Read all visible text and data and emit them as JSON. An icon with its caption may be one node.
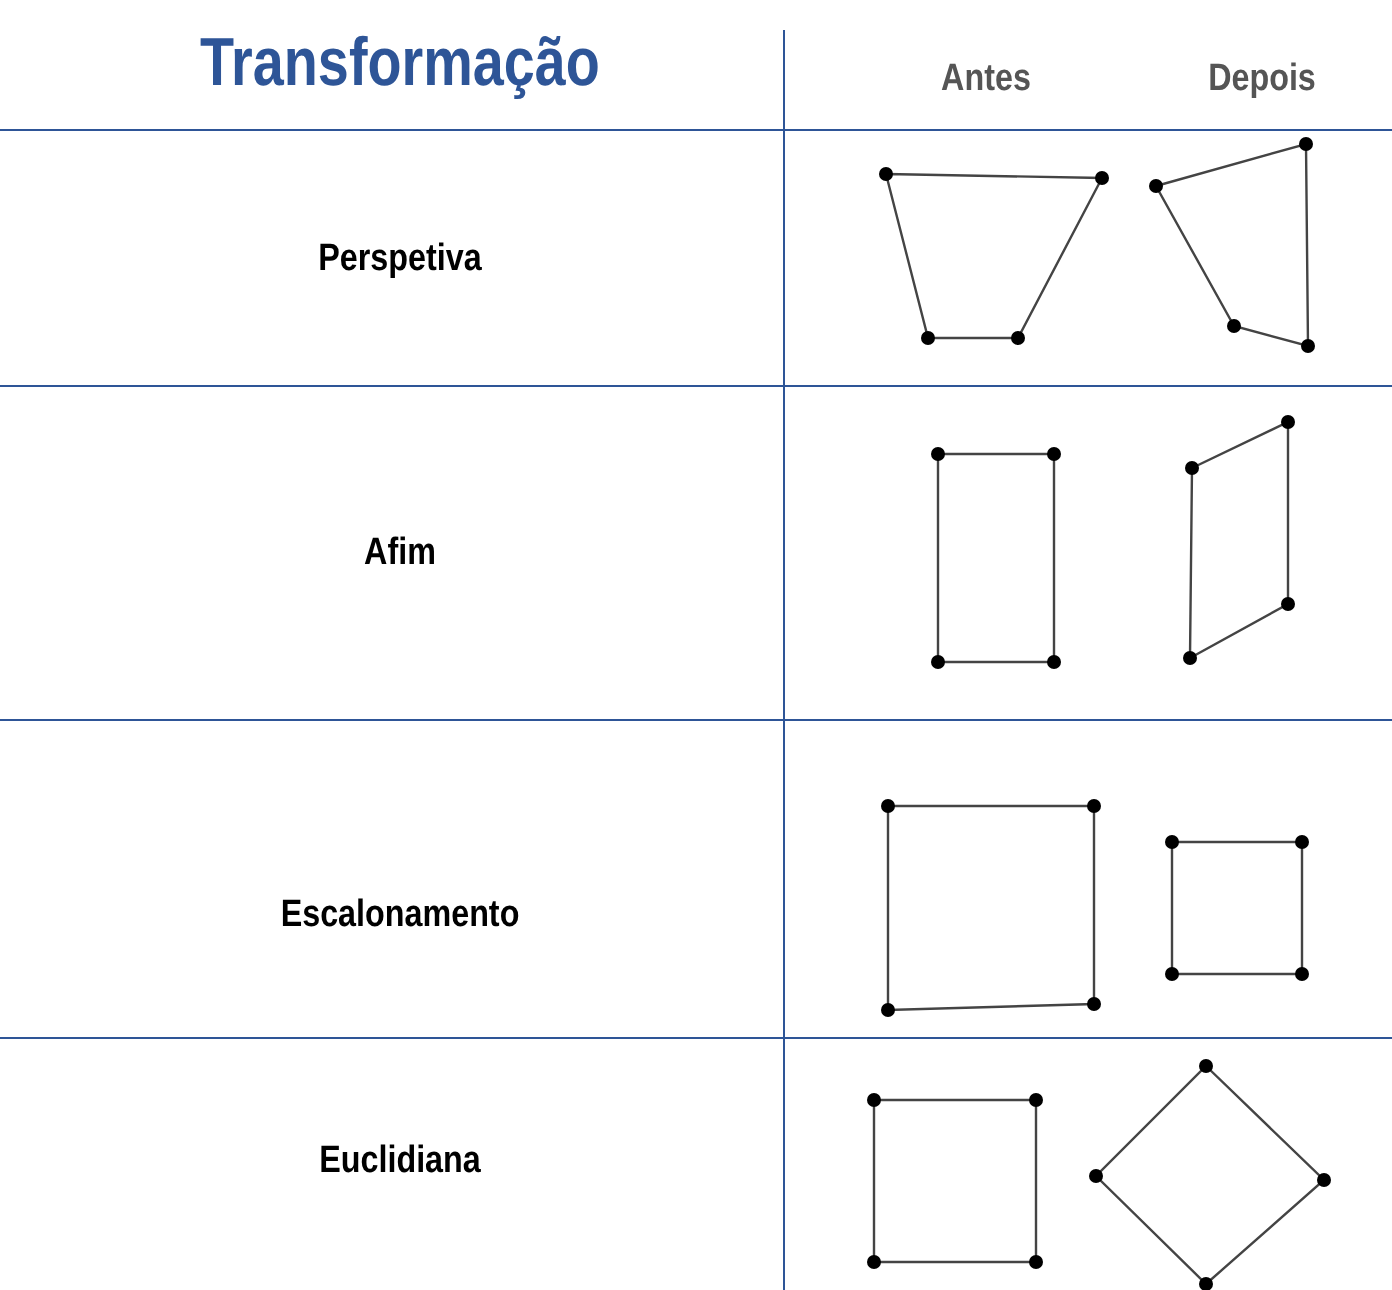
{
  "diagram": {
    "labels": [
      "Transformação",
      "Antes",
      "Depois",
      "Perspetiva",
      "Afim",
      "Escalonamento",
      "Euclidiana"
    ]
  }
}
